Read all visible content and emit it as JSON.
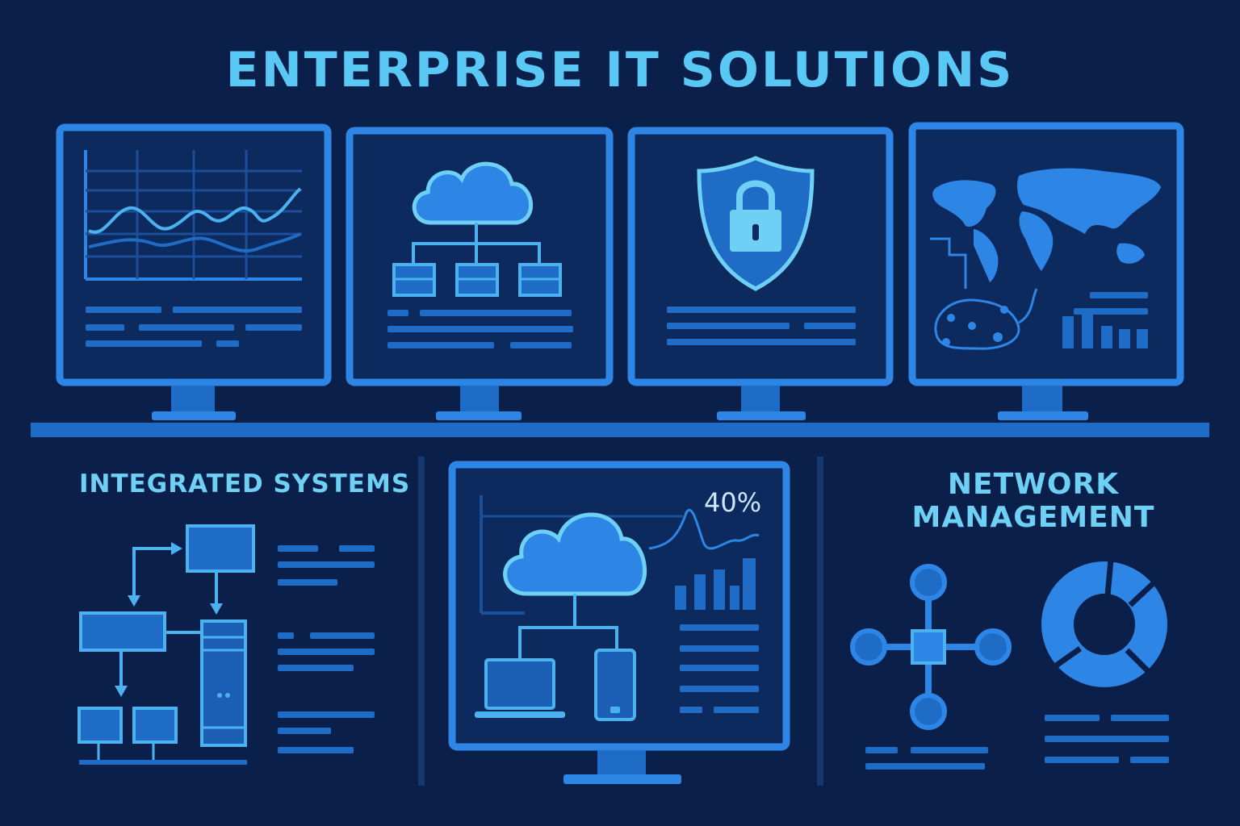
{
  "header": {
    "title": "ENTERPRISE IT SOLUTIONS"
  },
  "colors": {
    "background": "#0b1f4b",
    "frame": "#2d86e6",
    "accent": "#5ac8f5",
    "fill": "#1f6cc7"
  },
  "top_monitors": [
    {
      "icon": "line-chart-icon"
    },
    {
      "icon": "cloud-network-icon"
    },
    {
      "icon": "shield-lock-icon"
    },
    {
      "icon": "world-map-icon"
    }
  ],
  "sections": {
    "integrated": {
      "label": "INTEGRATED SYSTEMS",
      "icon": "flowchart-icon"
    },
    "center": {
      "percent": "40%",
      "icon": "cloud-devices-icon"
    },
    "network": {
      "label_line1": "NETWORK",
      "label_line2": "MANAGEMENT",
      "icon": "network-hub-icon",
      "chart_icon": "donut-chart-icon"
    }
  }
}
